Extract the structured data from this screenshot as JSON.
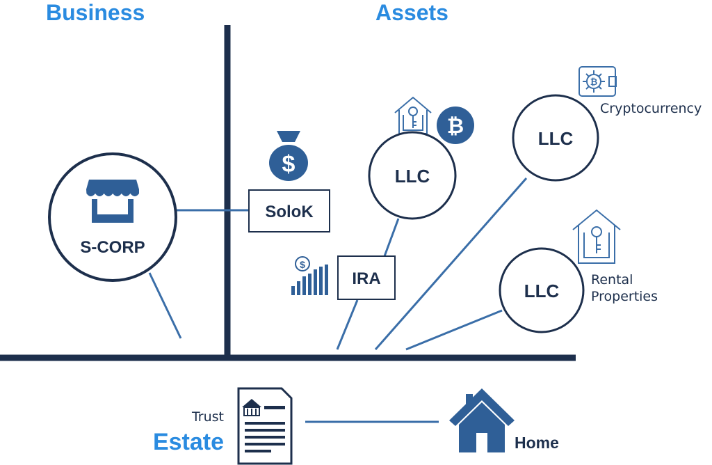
{
  "headings": {
    "business": "Business",
    "assets": "Assets"
  },
  "nodes": {
    "scorp": "S-CORP",
    "solok": "SoloK",
    "ira": "IRA",
    "llc_top": "LLC",
    "llc_crypto": "LLC",
    "llc_rental": "LLC"
  },
  "labels": {
    "cryptocurrency": "Cryptocurrency",
    "rental_line1": "Rental",
    "rental_line2": "Properties"
  },
  "estate": {
    "trust": "Trust",
    "estate": "Estate",
    "home": "Home"
  },
  "icons": {
    "storefront": "storefront-icon",
    "money_bag": "money-bag-icon",
    "coin_chart": "coin-growth-chart-icon",
    "house_key": "house-key-icon",
    "bitcoin": "bitcoin-icon",
    "crypto_wallet": "crypto-wallet-icon",
    "trust_document": "trust-document-icon",
    "home": "home-icon"
  },
  "colors": {
    "navy": "#1d2f4c",
    "line_blue": "#3a6ea8",
    "icon_blue": "#2f5f97",
    "heading_blue": "#2a8be0"
  }
}
